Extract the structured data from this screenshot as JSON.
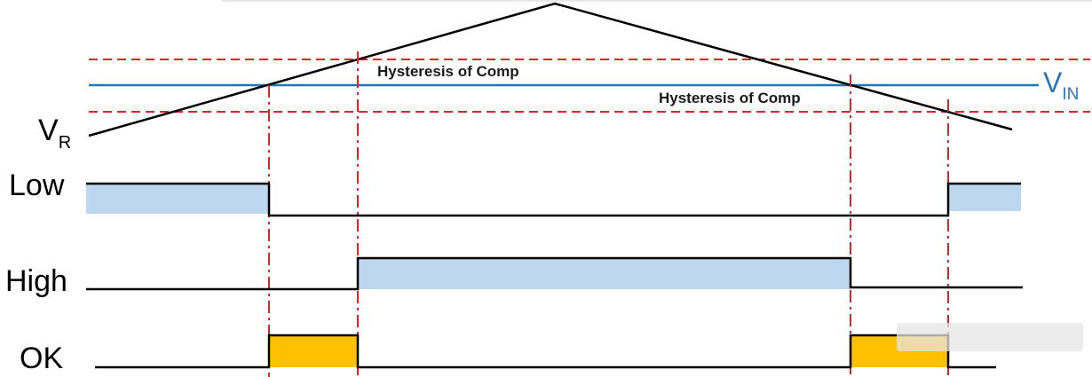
{
  "labels": {
    "vr_main": "V",
    "vr_sub": "R",
    "vin_main": "V",
    "vin_sub": "IN",
    "hysteresis_upper": "Hysteresis of Comp",
    "hysteresis_lower": "Hysteresis of Comp",
    "low": "Low",
    "high": "High",
    "ok": "OK"
  },
  "colors": {
    "ramp": "#000000",
    "vin_line": "#1f77b4",
    "vin_text": "#2e75b6",
    "threshold": "#d62728",
    "low_high_fill": "#bdd7ee",
    "ok_fill": "#ffc000",
    "signal_line": "#000000"
  },
  "signals": [
    {
      "name": "Low",
      "pattern": "high until first crossing, low through middle, high again after last crossing"
    },
    {
      "name": "High",
      "pattern": "low until upper threshold crossing, high through middle, low after falling crossing"
    },
    {
      "name": "OK",
      "pattern": "pulses between lower and upper threshold crossings on both ramp slopes"
    }
  ]
}
